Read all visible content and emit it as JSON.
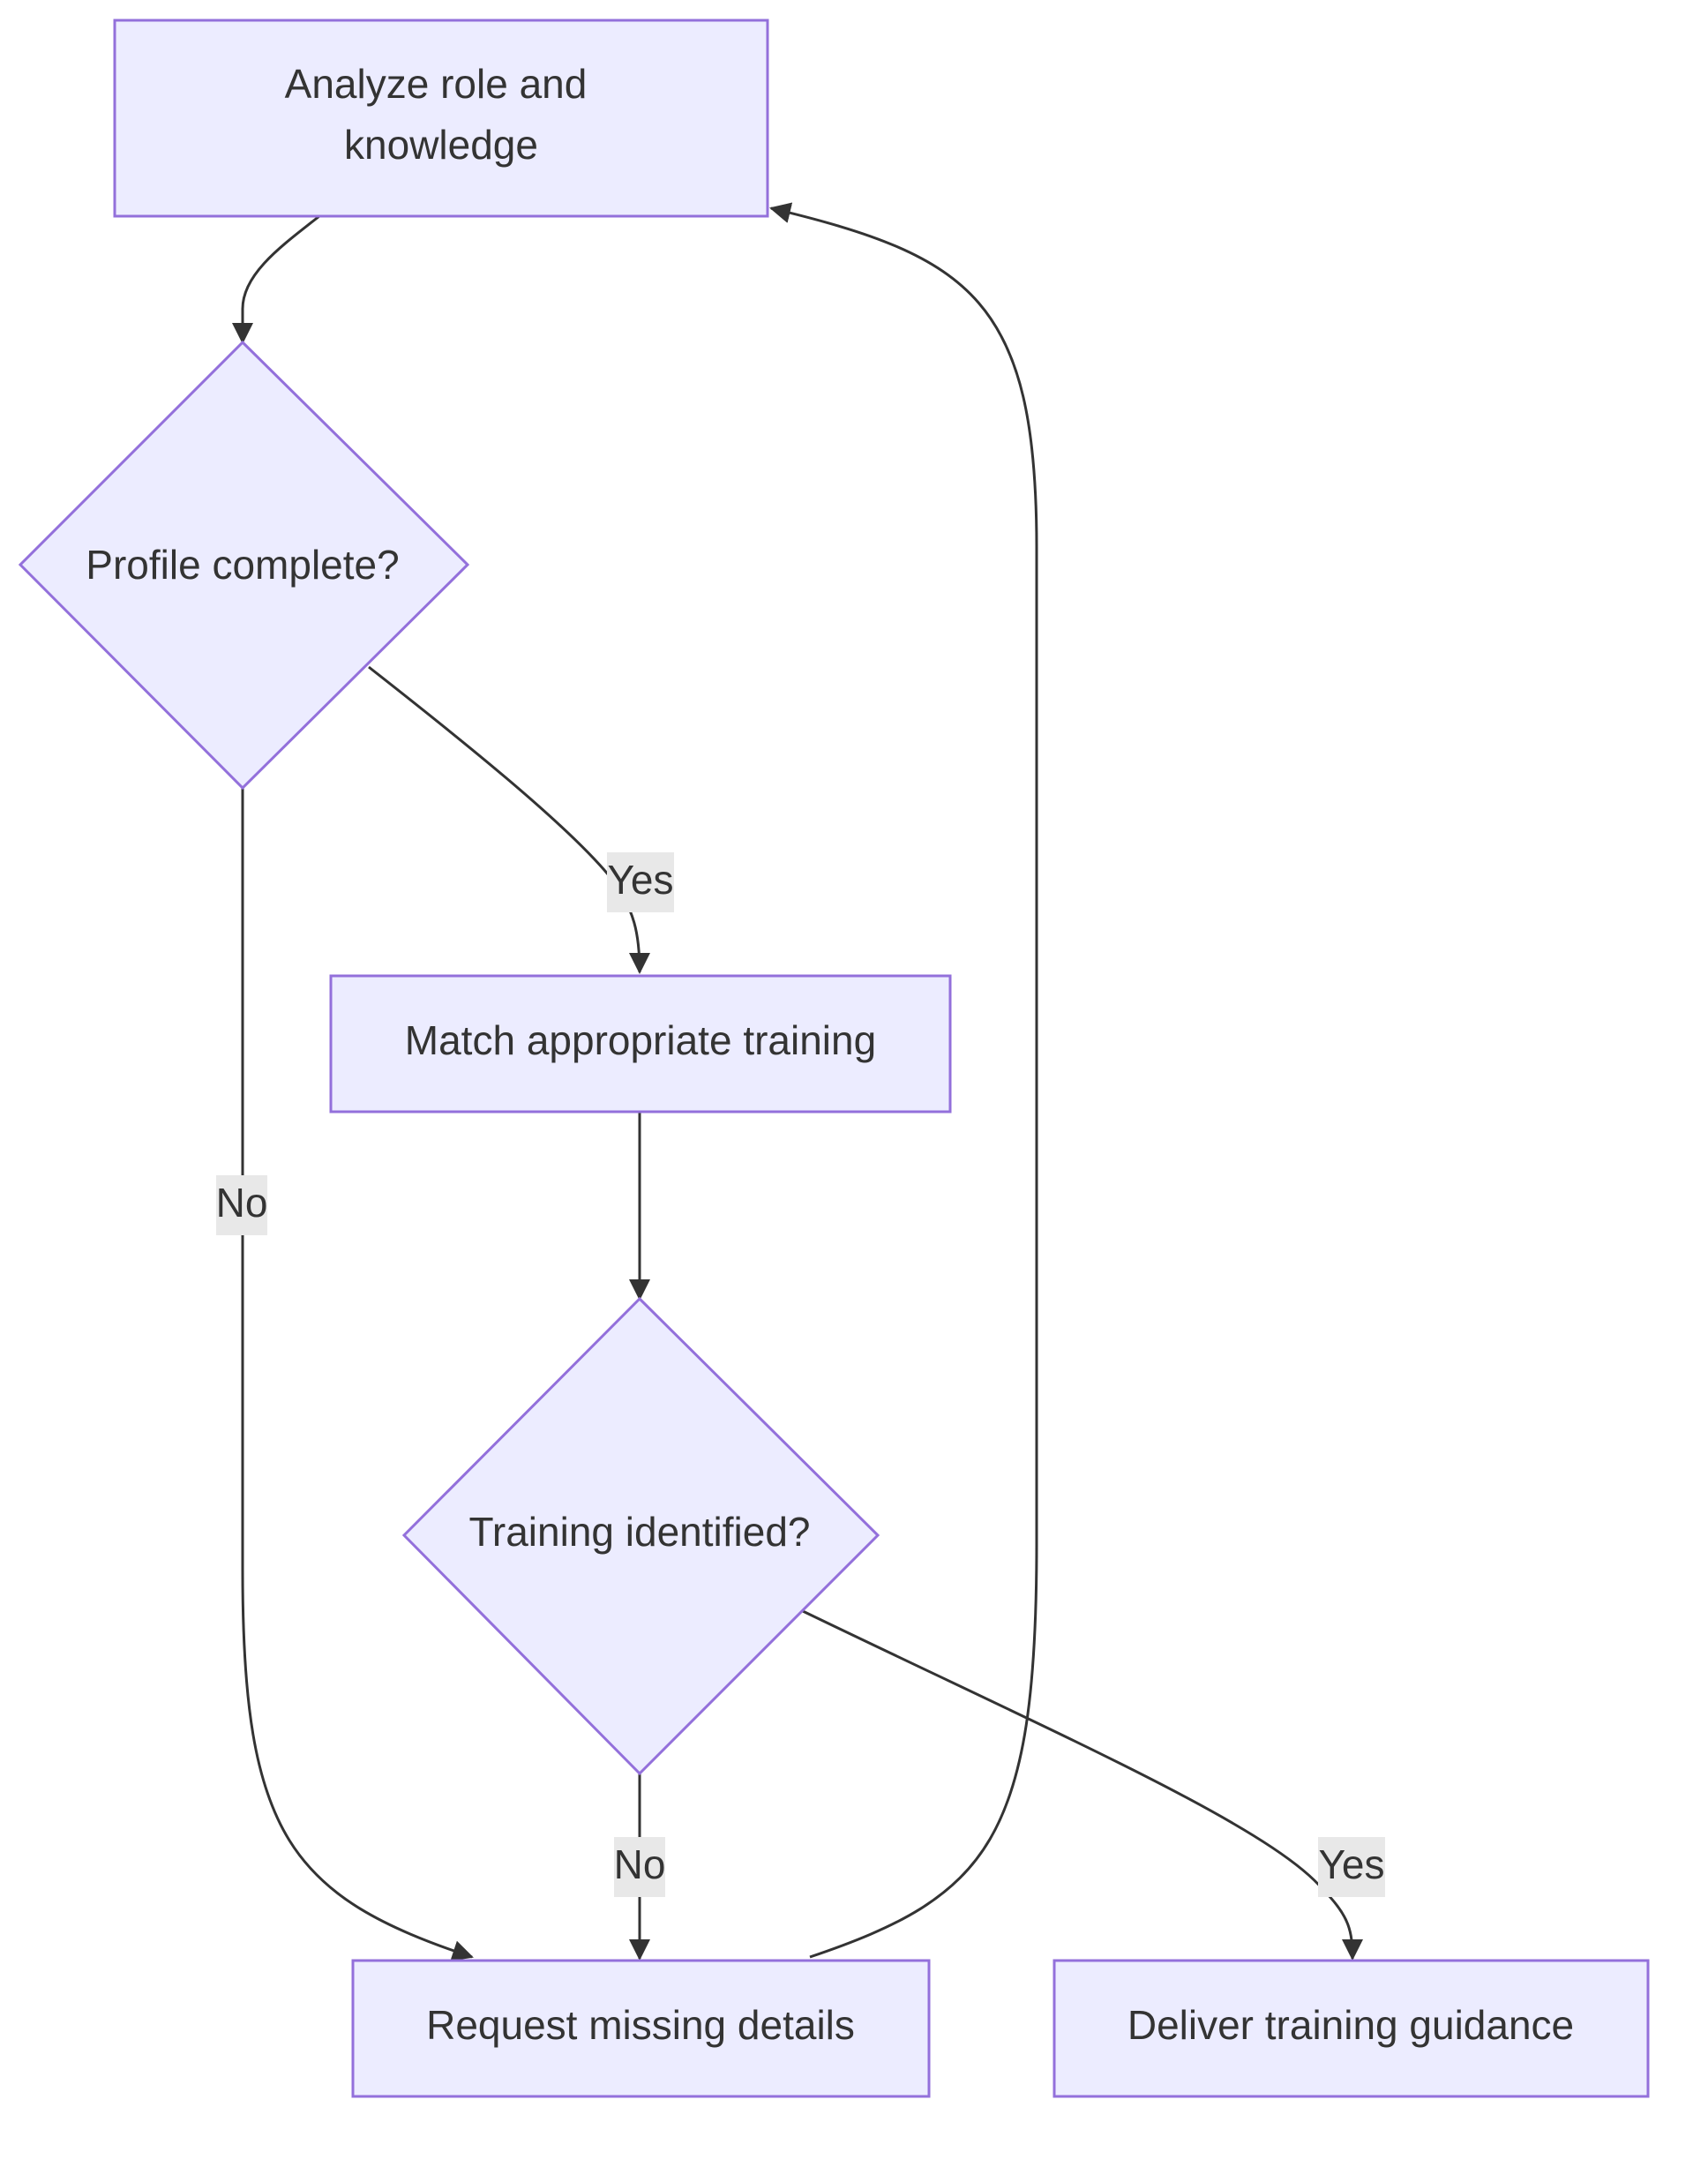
{
  "colors": {
    "node_fill": "#ececff",
    "node_stroke": "#9370db",
    "edge": "#333333",
    "text": "#333333",
    "edge_label_bg": "#e8e8e8"
  },
  "nodes": {
    "analyze": {
      "line1": "Analyze role and",
      "line2": "knowledge"
    },
    "profile_complete": {
      "label": "Profile complete?"
    },
    "match_training": {
      "label": "Match appropriate training"
    },
    "training_identified": {
      "label": "Training identified?"
    },
    "request_details": {
      "label": "Request missing details"
    },
    "deliver_guidance": {
      "label": "Deliver training guidance"
    }
  },
  "edges": {
    "profile_yes": "Yes",
    "profile_no": "No",
    "training_no": "No",
    "training_yes": "Yes"
  }
}
